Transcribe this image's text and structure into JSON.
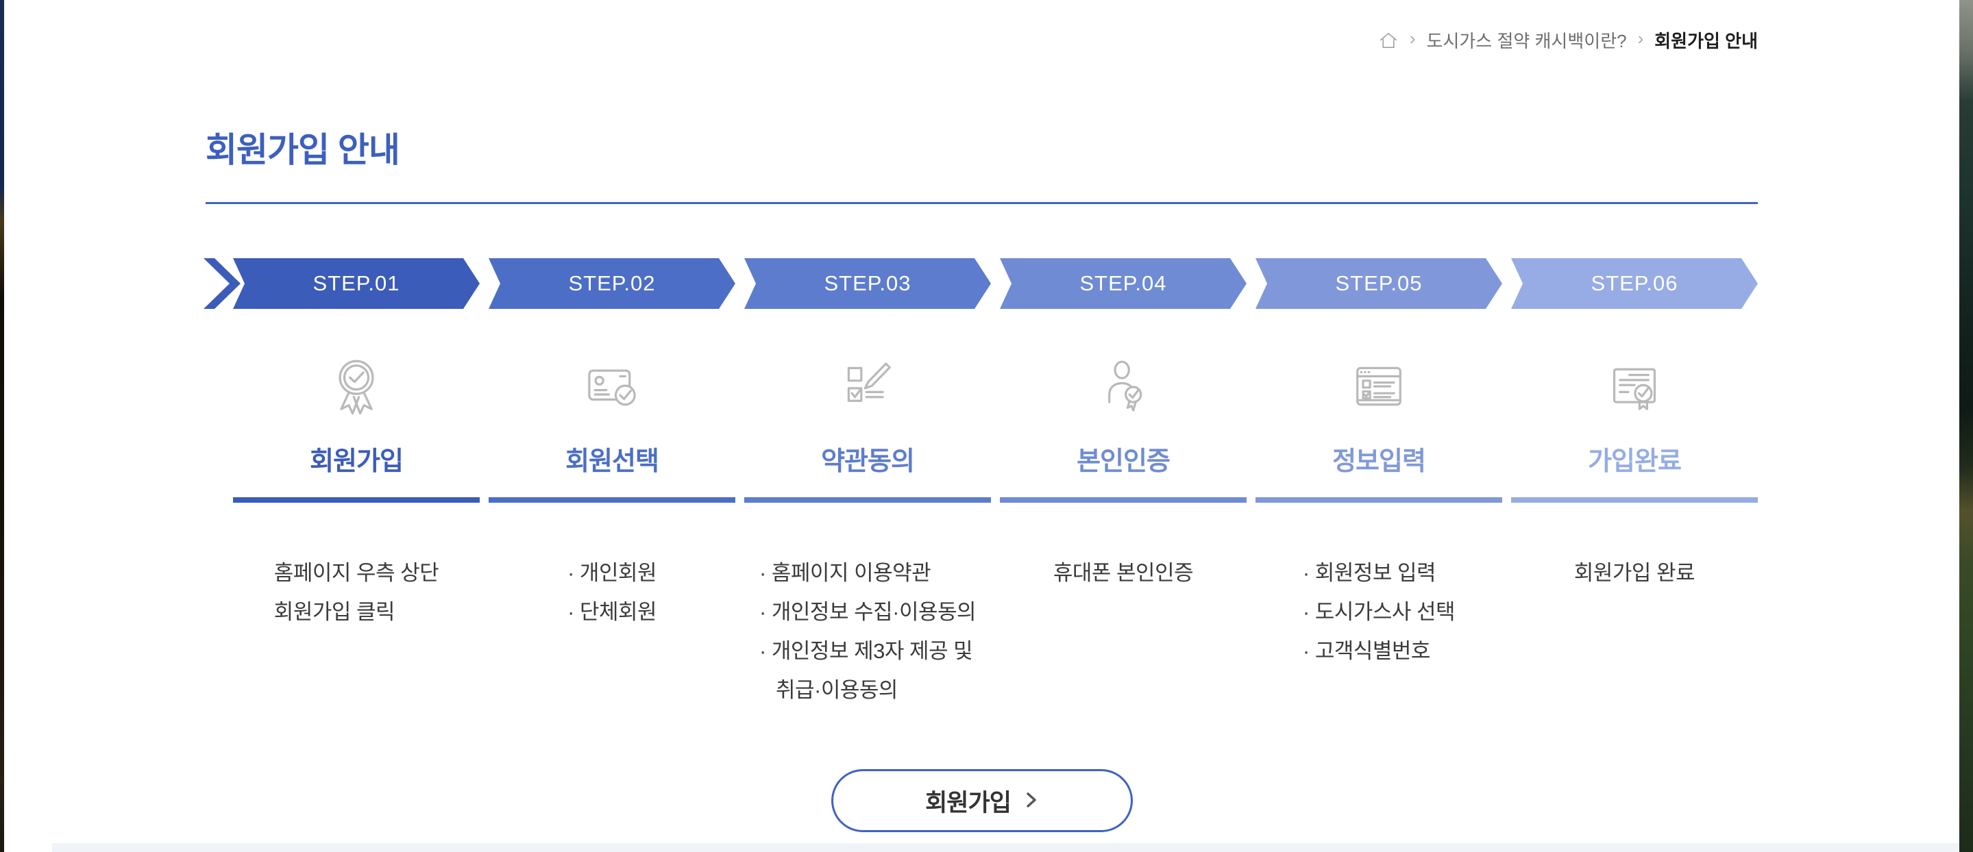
{
  "breadcrumb": {
    "home_icon": "home-icon",
    "separator": "›",
    "items": [
      "도시가스 절약 캐시백이란?",
      "회원가입 안내"
    ]
  },
  "title": "회원가입 안내",
  "steps": [
    {
      "step": "STEP.01",
      "label": "회원가입",
      "icon": "award-badge-icon",
      "color": "#3b5cb8",
      "desc": [
        "홈페이지 우측 상단",
        "회원가입 클릭"
      ]
    },
    {
      "step": "STEP.02",
      "label": "회원선택",
      "icon": "member-card-check-icon",
      "color": "#4c6ec6",
      "desc": [
        "· 개인회원",
        "· 단체회원"
      ]
    },
    {
      "step": "STEP.03",
      "label": "약관동의",
      "icon": "terms-checklist-pen-icon",
      "color": "#5d7cce",
      "desc": [
        "· 홈페이지 이용약관",
        "· 개인정보 수집·이용동의",
        "· 개인정보 제3자 제공 및",
        "취급·이용동의"
      ]
    },
    {
      "step": "STEP.04",
      "label": "본인인증",
      "icon": "person-verify-badge-icon",
      "color": "#6f8bd4",
      "desc": [
        "휴대폰 본인인증"
      ]
    },
    {
      "step": "STEP.05",
      "label": "정보입력",
      "icon": "form-input-window-icon",
      "color": "#8098da",
      "desc": [
        "· 회원정보 입력",
        "· 도시가스사 선택",
        "· 고객식별번호"
      ]
    },
    {
      "step": "STEP.06",
      "label": "가입완료",
      "icon": "certificate-complete-icon",
      "color": "#97ace4",
      "desc": [
        "회원가입 완료"
      ]
    }
  ],
  "join_button": {
    "label": "회원가입",
    "chevron_icon": "chevron-right-icon"
  },
  "colors": {
    "title": "#3c5fc1",
    "divider": "#3f62c4",
    "description_text": "#3b3b3b",
    "icon_gray": "#b9b9b9",
    "footer_strip": "#f0f3f8"
  }
}
